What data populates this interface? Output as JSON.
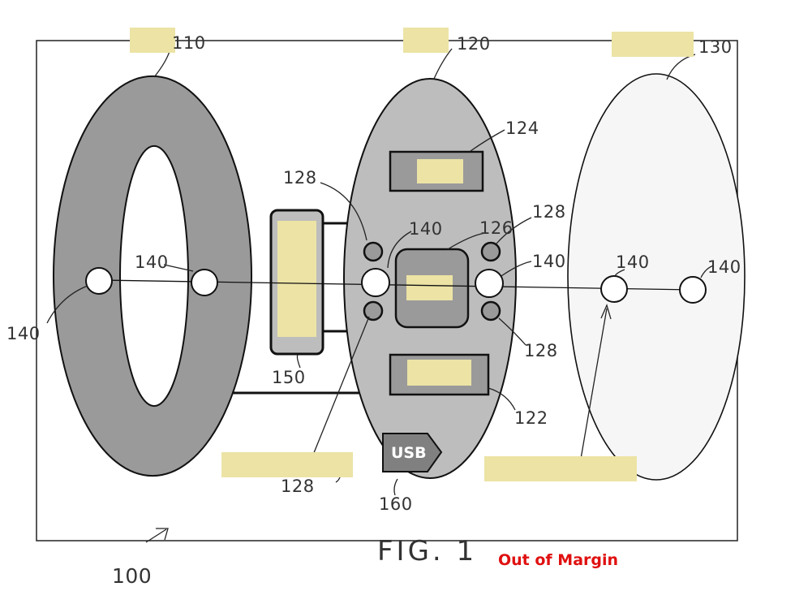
{
  "figure": {
    "title": "FIG. 1",
    "assembly_ref": "100"
  },
  "refs": {
    "housing_front": "110",
    "circuit_board": "120",
    "housing_back": "130",
    "connector_122": "122",
    "connector_124": "124",
    "module_126": "126",
    "led_top_left": "128",
    "led_top_right": "128",
    "led_bottom_right": "128",
    "led_bottom": "128",
    "axis_far_left": "140",
    "axis_front_inner": "140",
    "axis_board_center": "140",
    "axis_board_right": "140",
    "axis_back_left": "140",
    "axis_back_right": "140",
    "battery": "150",
    "usb_port": "160"
  },
  "labels": {
    "usb": "USB"
  },
  "notice": {
    "text": "Out of Margin",
    "color": "#e01010"
  },
  "colors": {
    "redaction": "#ece3a5",
    "dark_gray": "#9a9a9a",
    "mid_gray": "#bdbdbd",
    "light_gray": "#dcdcdc",
    "back_fill": "#f6f6f6",
    "line": "#111111"
  }
}
